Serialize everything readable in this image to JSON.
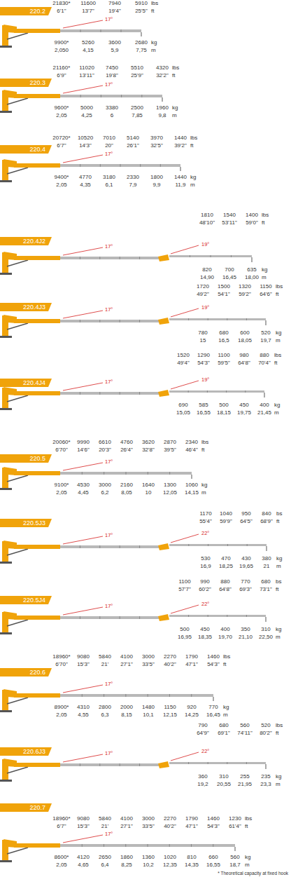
{
  "diagram": {
    "nodes": [
      {
        "text": [
          "220.2"
        ]
      },
      {
        "text": [
          "220.3"
        ]
      },
      {
        "text": [
          "220.4"
        ]
      },
      {
        "text": [
          "220.4J2"
        ]
      },
      {
        "text": [
          "220.4J3"
        ]
      },
      {
        "text": [
          "220.4J4"
        ]
      },
      {
        "text": [
          "220.5"
        ]
      },
      {
        "text": [
          "220.5J3"
        ]
      },
      {
        "text": [
          "220.5J4"
        ]
      },
      {
        "text": [
          "220.6"
        ]
      },
      {
        "text": [
          "220.6J3"
        ]
      },
      {
        "text": [
          "220.7"
        ]
      }
    ],
    "labels": [
      "21830*",
      "11600",
      "7940",
      "5910",
      "lbs",
      "6'1\"",
      "13'7\"",
      "19'4\"",
      "25'5\"",
      "ft",
      "17°",
      "9900*",
      "5260",
      "3600",
      "2680",
      "kg",
      "2,050",
      "4,15",
      "5,9",
      "7,75",
      "m",
      "21160*",
      "11020",
      "7450",
      "5510",
      "4320",
      "lbs",
      "6'9\"",
      "13'11\"",
      "19'8\"",
      "25'9\"",
      "32'2\"",
      "ft",
      "17°",
      "9600*",
      "5000",
      "3380",
      "2500",
      "1960",
      "kg",
      "2,05",
      "4,25",
      "6",
      "7,85",
      "9,8",
      "m",
      "20720*",
      "10520",
      "7010",
      "5140",
      "3970",
      "1440",
      "lbs",
      "6'7\"",
      "14'3\"",
      "20\"",
      "26'1\"",
      "32'5\"",
      "39'2\"",
      "ft",
      "17°",
      "9400*",
      "4770",
      "3180",
      "2330",
      "1800",
      "1440",
      "kg",
      "2,05",
      "4,35",
      "6,1",
      "7,9",
      "9,9",
      "11,9",
      "m",
      "1810",
      "1540",
      "1400",
      "lbs",
      "48'10\"",
      "53'11\"",
      "59'0\"",
      "ft",
      "17°",
      "19°",
      "820",
      "700",
      "635",
      "kg",
      "14,90",
      "16,45",
      "18,00",
      "m",
      "1720",
      "1500",
      "1320",
      "1150",
      "lbs",
      "49'2\"",
      "54'1\"",
      "59'2\"",
      "64'6\"",
      "ft",
      "17°",
      "19°",
      "780",
      "680",
      "600",
      "520",
      "kg",
      "15",
      "16,5",
      "18,05",
      "19,7",
      "m",
      "1520",
      "1290",
      "1100",
      "980",
      "880",
      "lbs",
      "49'4\"",
      "54'3\"",
      "59'5\"",
      "64'8\"",
      "70'4\"",
      "ft",
      "17°",
      "19°",
      "690",
      "585",
      "500",
      "450",
      "400",
      "kg",
      "15,05",
      "16,55",
      "18,15",
      "19,75",
      "21,45",
      "m",
      "20060*",
      "9990",
      "6610",
      "4760",
      "3620",
      "2870",
      "2340",
      "lbs",
      "6'70\"",
      "14'6\"",
      "20'3\"",
      "26'4\"",
      "32'8\"",
      "39'5\"",
      "46'4\"",
      "ft",
      "17°",
      "9100*",
      "4530",
      "3000",
      "2160",
      "1640",
      "1300",
      "1060",
      "kg",
      "2,05",
      "4,45",
      "6,2",
      "8,05",
      "10",
      "12,05",
      "14,15",
      "m",
      "1170",
      "1040",
      "950",
      "840",
      "bs",
      "55'4\"",
      "59'9\"",
      "64'5\"",
      "68'9\"",
      "ft",
      "17°",
      "22°",
      "530",
      "470",
      "430",
      "380",
      "kg",
      "16,9",
      "18,25",
      "19,65",
      "21",
      "m",
      "1100",
      "990",
      "880",
      "770",
      "680",
      "bs",
      "57'7\"",
      "60'2\"",
      "64'8\"",
      "69'3\"",
      "73'1\"",
      "ft",
      "17°",
      "22°",
      "500",
      "450",
      "400",
      "350",
      "310",
      "kg",
      "16,95",
      "18,35",
      "19,70",
      "21,10",
      "22,50",
      "m",
      "18960*",
      "9080",
      "5840",
      "4100",
      "3000",
      "2270",
      "1790",
      "1460",
      "lbs",
      "6'70\"",
      "15'3\"",
      "21'",
      "27'1\"",
      "33'5\"",
      "40'2\"",
      "47'1\"",
      "54'3\"",
      "ft",
      "17°",
      "8900*",
      "4310",
      "2800",
      "2000",
      "1480",
      "1150",
      "920",
      "770",
      "kg",
      "2,05",
      "4,55",
      "6,3",
      "8,15",
      "10,1",
      "12,15",
      "14,25",
      "16,45",
      "m",
      "790",
      "680",
      "560",
      "520",
      "lbs",
      "64'9\"",
      "69'1\"",
      "74'11\"",
      "80'2\"",
      "ft",
      "17°",
      "22°",
      "360",
      "310",
      "255",
      "235",
      "kg",
      "19,2",
      "20,55",
      "21,95",
      "23,3",
      "m",
      "18960*",
      "9080",
      "5840",
      "4100",
      "3000",
      "2270",
      "1790",
      "1460",
      "1230",
      "lbs",
      "6'7\"",
      "15'3\"",
      "21'",
      "27'1\"",
      "33'5\"",
      "40'2\"",
      "47'1\"",
      "54'3\"",
      "61'4\"",
      "ft",
      "17°",
      "8600*",
      "4120",
      "2650",
      "1860",
      "1360",
      "1020",
      "810",
      "660",
      "560",
      "kg",
      "2,05",
      "4,65",
      "6,4",
      "8,25",
      "10,2",
      "12,35",
      "14,35",
      "16,55",
      "18,7",
      "m",
      "* Theoretical capacity at fixed hook"
    ]
  }
}
